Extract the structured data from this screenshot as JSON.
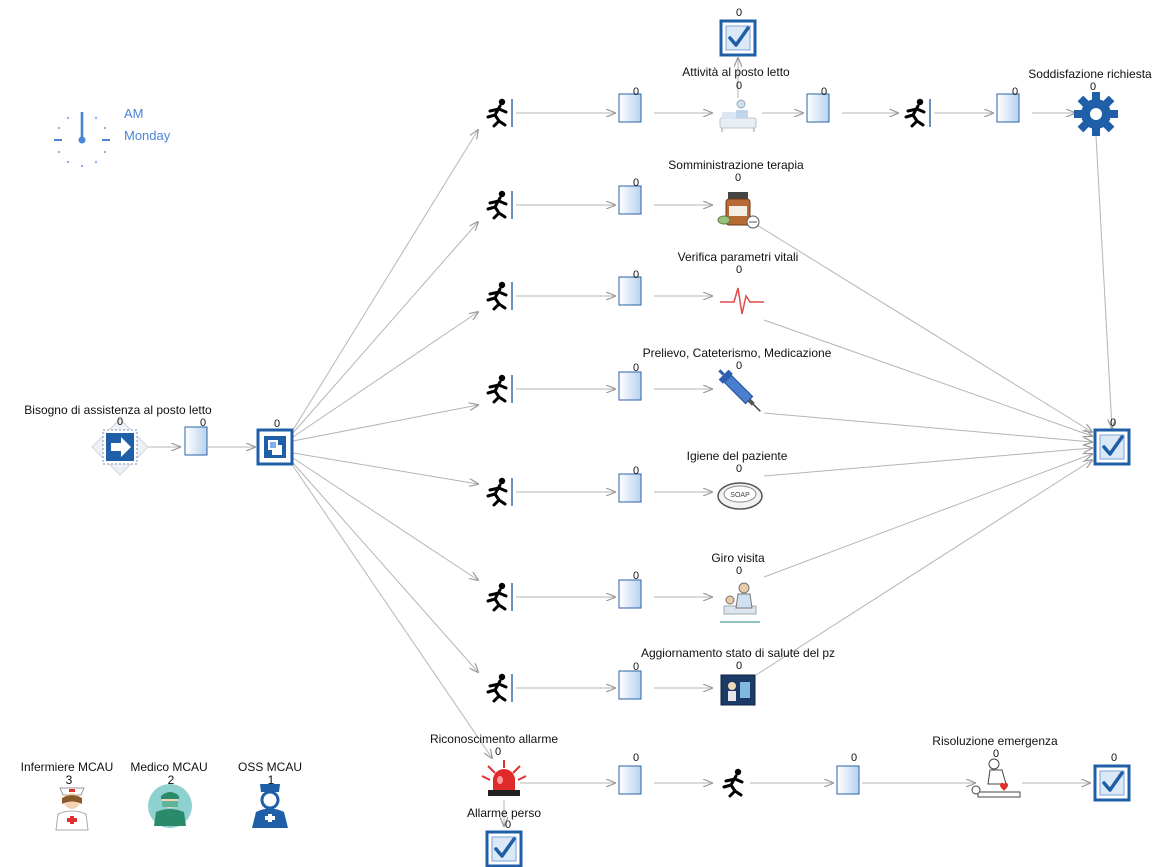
{
  "clock": {
    "period": "AM",
    "day": "Monday"
  },
  "start": {
    "label": "Bisogno di assistenza al posto letto",
    "count": "0"
  },
  "queues": {
    "entry": "0",
    "hub": "0"
  },
  "branches": [
    {
      "id": "attivita",
      "label": "Attività al posto letto",
      "queue": "0",
      "activity": "0",
      "icon": "bed-activity-icon"
    },
    {
      "id": "somministrazione",
      "label": "Somministrazione terapia",
      "queue": "0",
      "activity": "0",
      "icon": "medicine-icon"
    },
    {
      "id": "parametri",
      "label": "Verifica parametri vitali",
      "queue": "0",
      "activity": "0",
      "icon": "heartbeat-icon"
    },
    {
      "id": "prelievo",
      "label": "Prelievo, Cateterismo, Medicazione",
      "queue": "0",
      "activity": "0",
      "icon": "syringe-icon"
    },
    {
      "id": "igiene",
      "label": "Igiene del paziente",
      "queue": "0",
      "activity": "0",
      "icon": "soap-icon"
    },
    {
      "id": "giro",
      "label": "Giro visita",
      "queue": "0",
      "activity": "0",
      "icon": "doctor-visit-icon"
    },
    {
      "id": "aggiornamento",
      "label": "Aggiornamento stato di salute del pz",
      "queue": "0",
      "activity": "0",
      "icon": "monitor-icon"
    }
  ],
  "top_extra": {
    "exit_count": "0",
    "queue2": "0",
    "queue3": "0",
    "satisfaction_label": "Soddisfazione richiesta",
    "satisfaction_count": "0"
  },
  "main_exit": {
    "count": "0"
  },
  "alarm": {
    "label": "Riconoscimento allarme",
    "count": "0",
    "lost_label": "Allarme perso",
    "lost_count": "0",
    "queue1": "0",
    "queue2": "0",
    "resolution_label": "Risoluzione emergenza",
    "resolution_count": "0",
    "exit_count": "0"
  },
  "resources": [
    {
      "name": "Infermiere MCAU",
      "count": "3",
      "icon": "nurse-icon"
    },
    {
      "name": "Medico MCAU",
      "count": "2",
      "icon": "doctor-icon"
    },
    {
      "name": "OSS MCAU",
      "count": "1",
      "icon": "oss-icon"
    }
  ],
  "colors": {
    "accent": "#1f5fa8",
    "connector": "#b5b5b5",
    "clock": "#4a86d8"
  }
}
